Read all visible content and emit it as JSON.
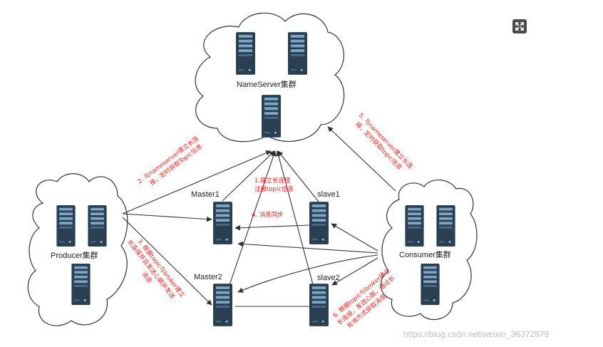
{
  "nameserver": {
    "label": "NameServer集群"
  },
  "producer": {
    "label": "Producer集群"
  },
  "consumer": {
    "label": "Consumer集群"
  },
  "brokers": {
    "master1": "Master1",
    "slave1": "slave1",
    "master2": "Master2",
    "slave2": "slave2"
  },
  "steps": {
    "s1": [
      "1.建立长连接",
      "注册topic信息"
    ],
    "s2": [
      "2. 与nameserver建立长连",
      "接，定时获取Topic信息"
    ],
    "s3": [
      "3. 根据topic与broker建立",
      "长连接并且发送心跳并发送",
      "消息"
    ],
    "s4": "4. 消息同步",
    "s5": [
      "5. 与nameserver建立长连",
      "接，定时获取topic信息"
    ],
    "s6": [
      "6. 根据topic与broker建立",
      "长连接，发送心跳，通过长",
      "轮询方式获取消息"
    ]
  },
  "watermark": "https://blog.csdn.net/weixin_36372879",
  "colors": {
    "annotation": "#e0201b",
    "server": "#2b3f52",
    "arrow": "#333333"
  },
  "icons": {
    "expand": "expand-icon",
    "server": "server-icon"
  }
}
